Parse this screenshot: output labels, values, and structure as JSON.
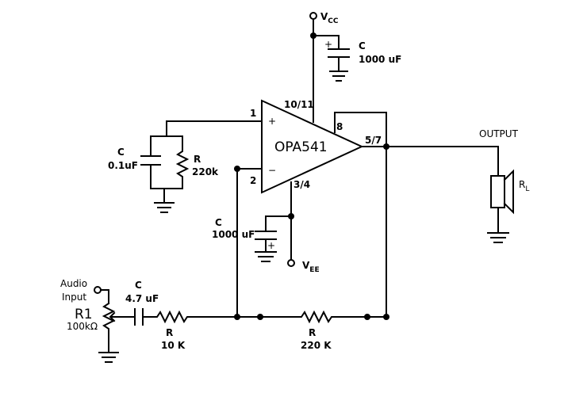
{
  "supply": {
    "vcc_main": "V",
    "vcc_sub": "CC",
    "vee_main": "V",
    "vee_sub": "EE"
  },
  "opamp": {
    "label": "OPA541",
    "pin_plus_in": "1",
    "pin_minus_in": "2",
    "pin_vcc": "10/11",
    "pin_vee": "3/4",
    "pin_out": "5/7",
    "pin_8": "8",
    "plus_sign": "+",
    "minus_sign": "−"
  },
  "components": {
    "c_vcc": {
      "name": "C",
      "value": "1000 uF",
      "polarity": "+"
    },
    "c_vee": {
      "name": "C",
      "value": "1000 uF",
      "polarity": "+"
    },
    "c_in_bias": {
      "name": "C",
      "value": "0.1uF"
    },
    "r_in_bias": {
      "name": "R",
      "value": "220k"
    },
    "c_coupling": {
      "name": "C",
      "value": "4.7 uF"
    },
    "r_in": {
      "name": "R",
      "value": "10 K"
    },
    "r_fb": {
      "name": "R",
      "value": "220 K"
    },
    "pot": {
      "name": "R1",
      "value": "100kΩ"
    },
    "load": {
      "main": "R",
      "sub": "L"
    }
  },
  "labels": {
    "output": "OUTPUT",
    "audio_input_line1": "Audio",
    "audio_input_line2": "Input"
  }
}
